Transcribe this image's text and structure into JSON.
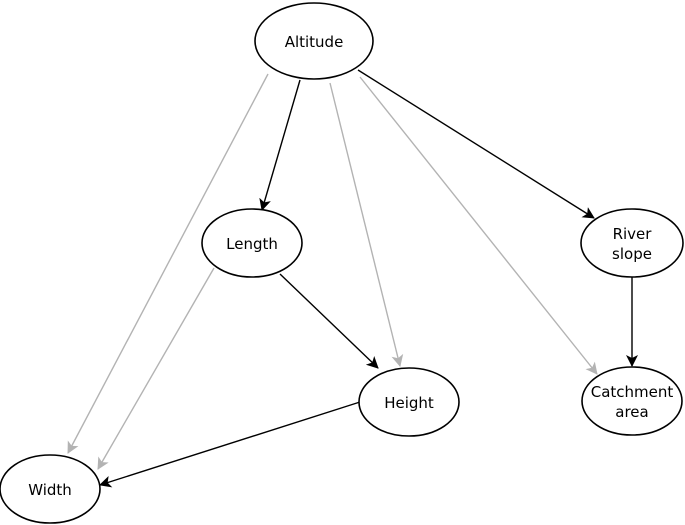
{
  "diagram": {
    "colors": {
      "strong_edge": "#000000",
      "weak_edge": "#b3b3b3",
      "node_stroke": "#000000",
      "node_fill": "#ffffff"
    },
    "nodes": [
      {
        "id": "altitude",
        "lines": [
          "Altitude"
        ]
      },
      {
        "id": "length",
        "lines": [
          "Length"
        ]
      },
      {
        "id": "river_slope",
        "lines": [
          "River",
          "slope"
        ]
      },
      {
        "id": "height",
        "lines": [
          "Height"
        ]
      },
      {
        "id": "catchment_area",
        "lines": [
          "Catchment",
          "area"
        ]
      },
      {
        "id": "width",
        "lines": [
          "Width"
        ]
      }
    ],
    "edges": [
      {
        "from": "altitude",
        "to": "length",
        "style": "strong"
      },
      {
        "from": "altitude",
        "to": "river_slope",
        "style": "strong"
      },
      {
        "from": "altitude",
        "to": "width",
        "style": "weak"
      },
      {
        "from": "altitude",
        "to": "height",
        "style": "weak"
      },
      {
        "from": "altitude",
        "to": "catchment_area",
        "style": "weak"
      },
      {
        "from": "length",
        "to": "height",
        "style": "strong"
      },
      {
        "from": "length",
        "to": "width",
        "style": "weak"
      },
      {
        "from": "river_slope",
        "to": "catchment_area",
        "style": "strong"
      },
      {
        "from": "height",
        "to": "width",
        "style": "strong"
      }
    ]
  }
}
